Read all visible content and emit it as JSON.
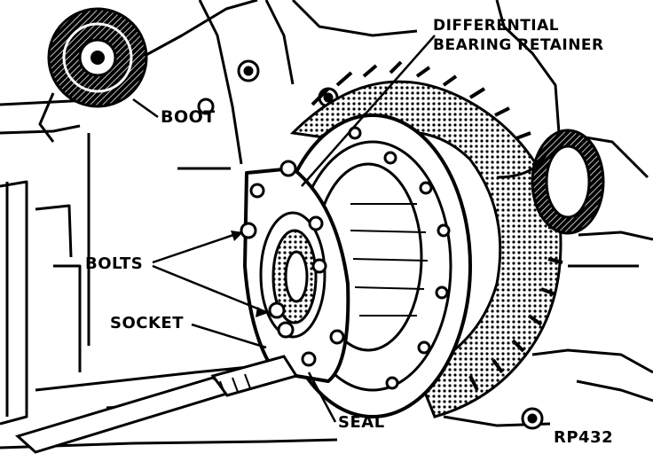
{
  "figure": {
    "figure_id": "RP432",
    "labels": {
      "differential_line1": "DIFFERENTIAL",
      "differential_line2": "BEARING RETAINER",
      "boot": "BOOT",
      "bolts": "BOLTS",
      "socket": "SOCKET",
      "seal": "SEAL"
    }
  },
  "colors": {
    "ink": "#000000",
    "paper": "#ffffff"
  }
}
